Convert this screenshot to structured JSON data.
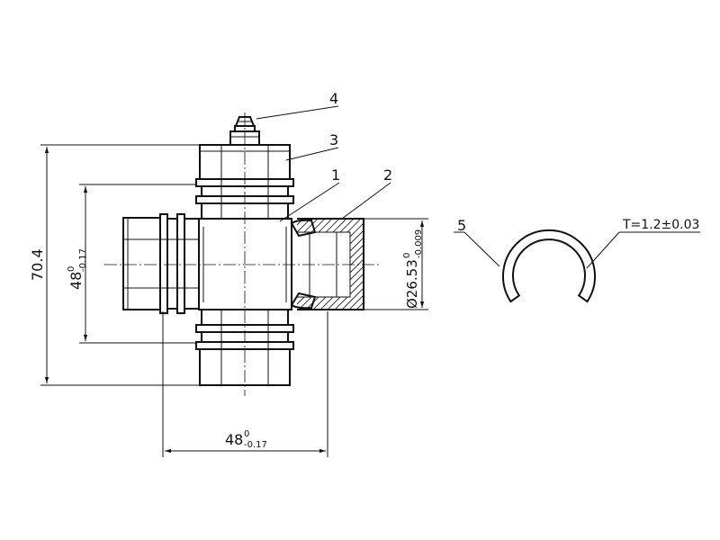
{
  "callouts": {
    "bearing_cap": "1",
    "seal": "2",
    "cup_top": "3",
    "grease_nipple": "4",
    "circlip": "5"
  },
  "dimensions": {
    "overall_height": "70.4",
    "vertical_span": {
      "nominal": "48",
      "upper": "0",
      "lower": "-0.17"
    },
    "horizontal_span": {
      "nominal": "48",
      "upper": "0",
      "lower": "-0.17"
    },
    "cup_diameter": {
      "nominal": "Ø26.53",
      "upper": "0",
      "lower": "-0.009"
    },
    "circlip_thickness": "T=1.2±0.03"
  }
}
